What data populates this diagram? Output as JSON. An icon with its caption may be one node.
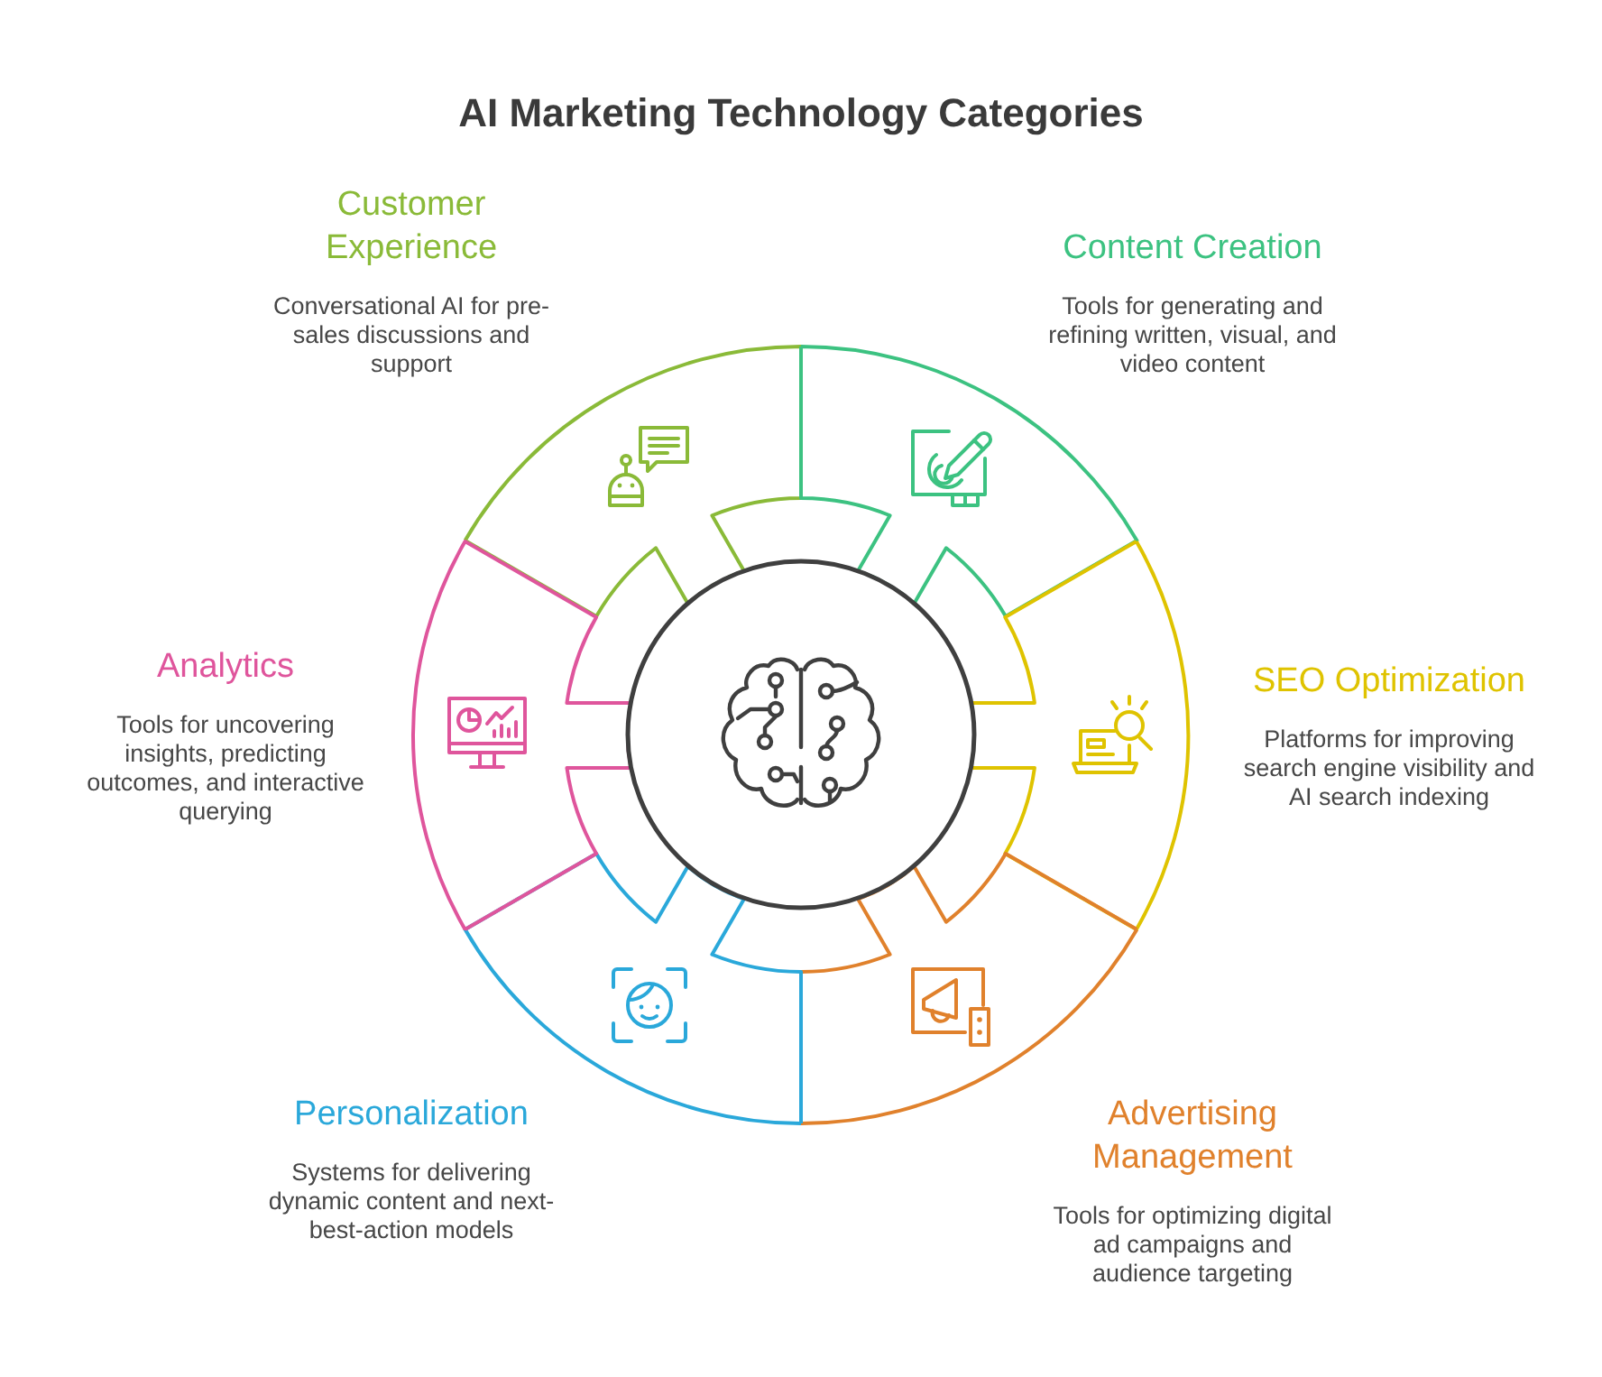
{
  "diagram": {
    "title": "AI Marketing Technology Categories",
    "nodes": [
      {
        "text": [
          "Customer Experience",
          "Conversational AI for pre-sales discussions and support"
        ]
      },
      {
        "text": [
          "Content Creation",
          "Tools for generating and refining written, visual, and video content"
        ]
      },
      {
        "text": [
          "SEO Optimization",
          "Platforms for improving search engine visibility and AI search indexing"
        ]
      },
      {
        "text": [
          "Advertising Management",
          "Tools for optimizing digital ad campaigns and audience targeting"
        ]
      },
      {
        "text": [
          "Personalization",
          "Systems for delivering dynamic content and next-best-action models"
        ]
      },
      {
        "text": [
          "Analytics",
          "Tools for uncovering insights, predicting outcomes, and interactive querying"
        ]
      },
      {
        "text": [],
        "shape": "circle"
      }
    ]
  }
}
